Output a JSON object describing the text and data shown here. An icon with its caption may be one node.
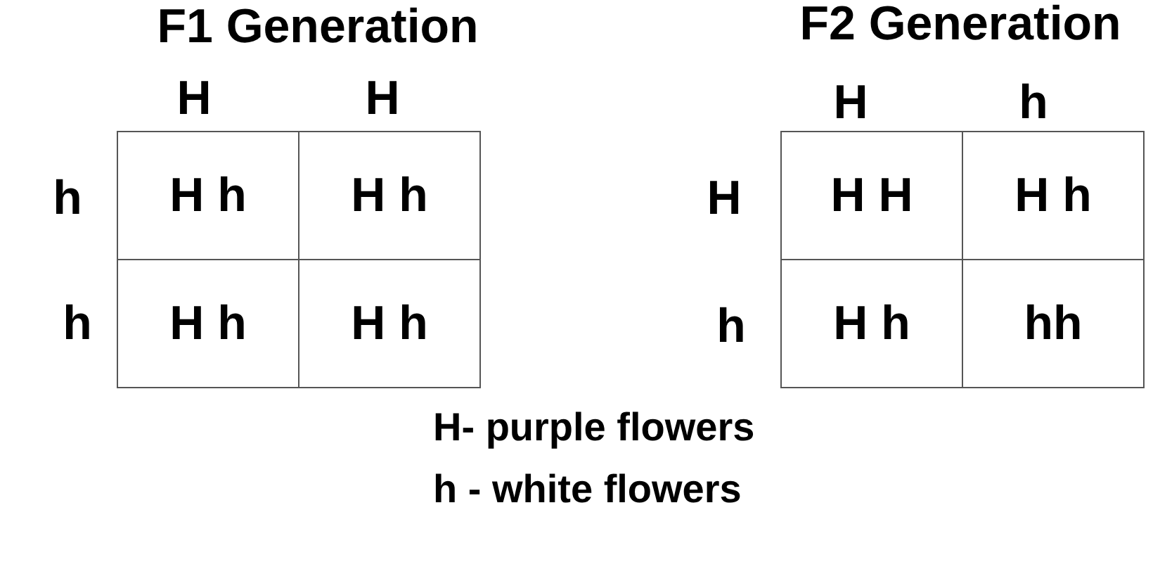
{
  "diagram": {
    "nodes": [
      {
        "text": [
          "H h"
        ]
      },
      {
        "text": [
          "H h"
        ]
      },
      {
        "text": [
          "H h"
        ]
      },
      {
        "text": [
          "H h"
        ]
      },
      {
        "text": [
          "H H"
        ]
      },
      {
        "text": [
          "H h"
        ]
      },
      {
        "text": [
          "H h"
        ]
      },
      {
        "text": [
          "hh"
        ]
      }
    ],
    "labels": [
      "F1 Generation",
      "F2 Generation",
      "H",
      "H",
      "H",
      "h",
      "h",
      "H",
      "h",
      "h",
      "H- purple flowers",
      "h - white flowers"
    ]
  }
}
